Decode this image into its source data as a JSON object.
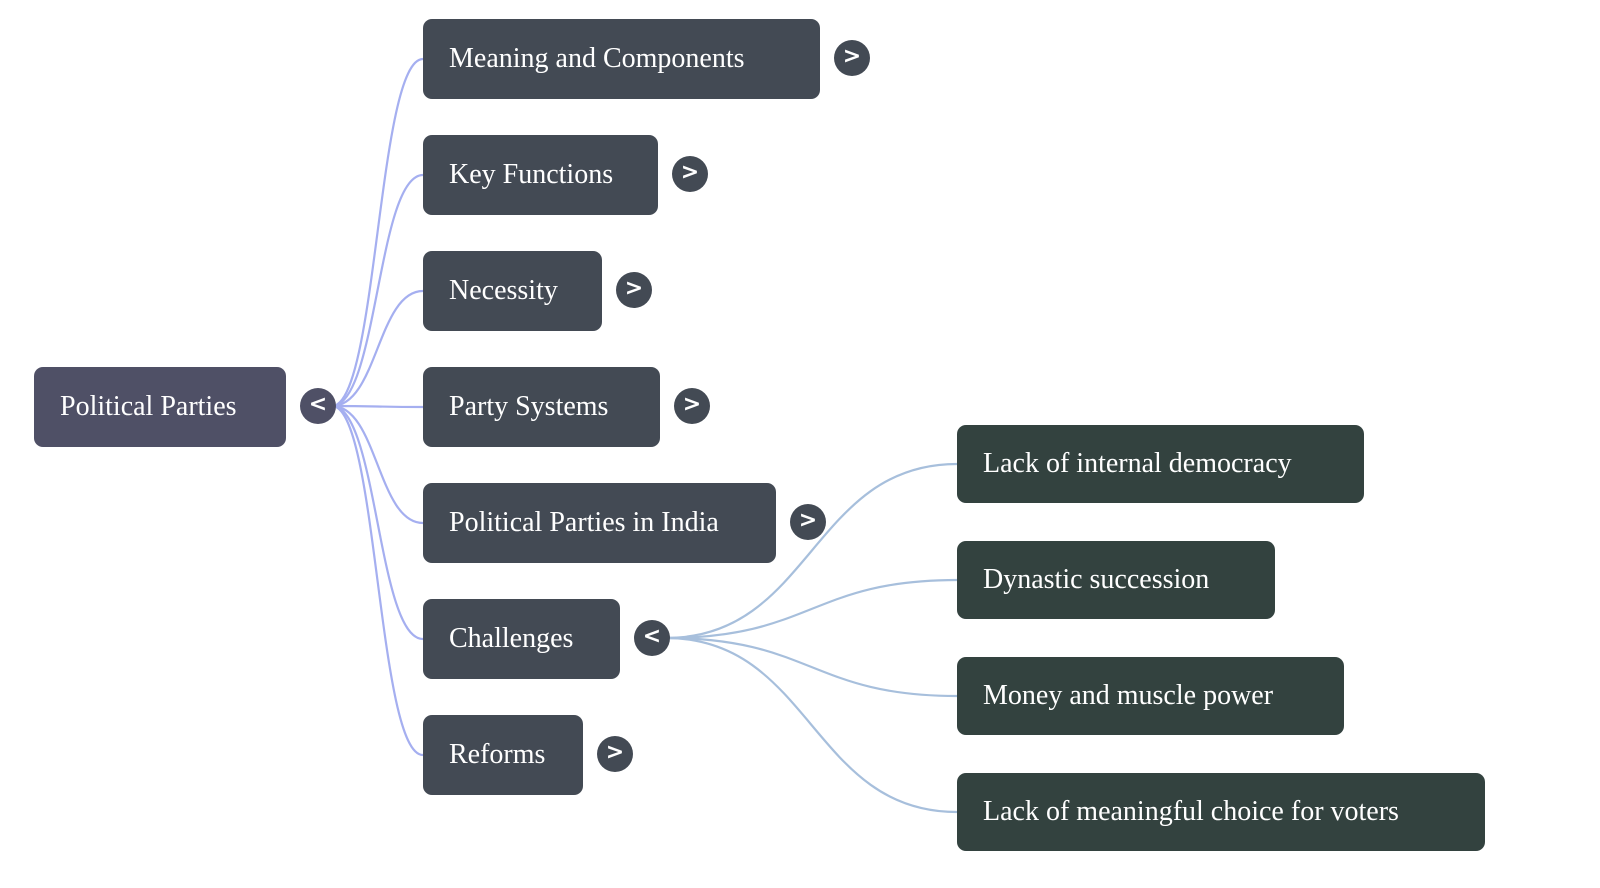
{
  "mindmap": {
    "root": {
      "label": "Political Parties",
      "toggle_symbol": "<",
      "toggle_state": "expanded",
      "color": "#4f5066"
    },
    "link_colors": {
      "level1": "#a5aff0",
      "level2": "#a7bfdc"
    },
    "branches": [
      {
        "label": "Meaning and Components",
        "toggle_symbol": ">",
        "toggle_state": "collapsed",
        "children": []
      },
      {
        "label": "Key Functions",
        "toggle_symbol": ">",
        "toggle_state": "collapsed",
        "children": []
      },
      {
        "label": "Necessity",
        "toggle_symbol": ">",
        "toggle_state": "collapsed",
        "children": []
      },
      {
        "label": "Party Systems",
        "toggle_symbol": ">",
        "toggle_state": "collapsed",
        "children": []
      },
      {
        "label": "Political Parties in India",
        "toggle_symbol": ">",
        "toggle_state": "collapsed",
        "children": []
      },
      {
        "label": "Challenges",
        "toggle_symbol": "<",
        "toggle_state": "expanded",
        "children": [
          {
            "label": "Lack of internal democracy"
          },
          {
            "label": "Dynastic succession"
          },
          {
            "label": "Money and muscle power"
          },
          {
            "label": "Lack of meaningful choice for voters"
          }
        ]
      },
      {
        "label": "Reforms",
        "toggle_symbol": ">",
        "toggle_state": "collapsed",
        "children": []
      }
    ]
  }
}
